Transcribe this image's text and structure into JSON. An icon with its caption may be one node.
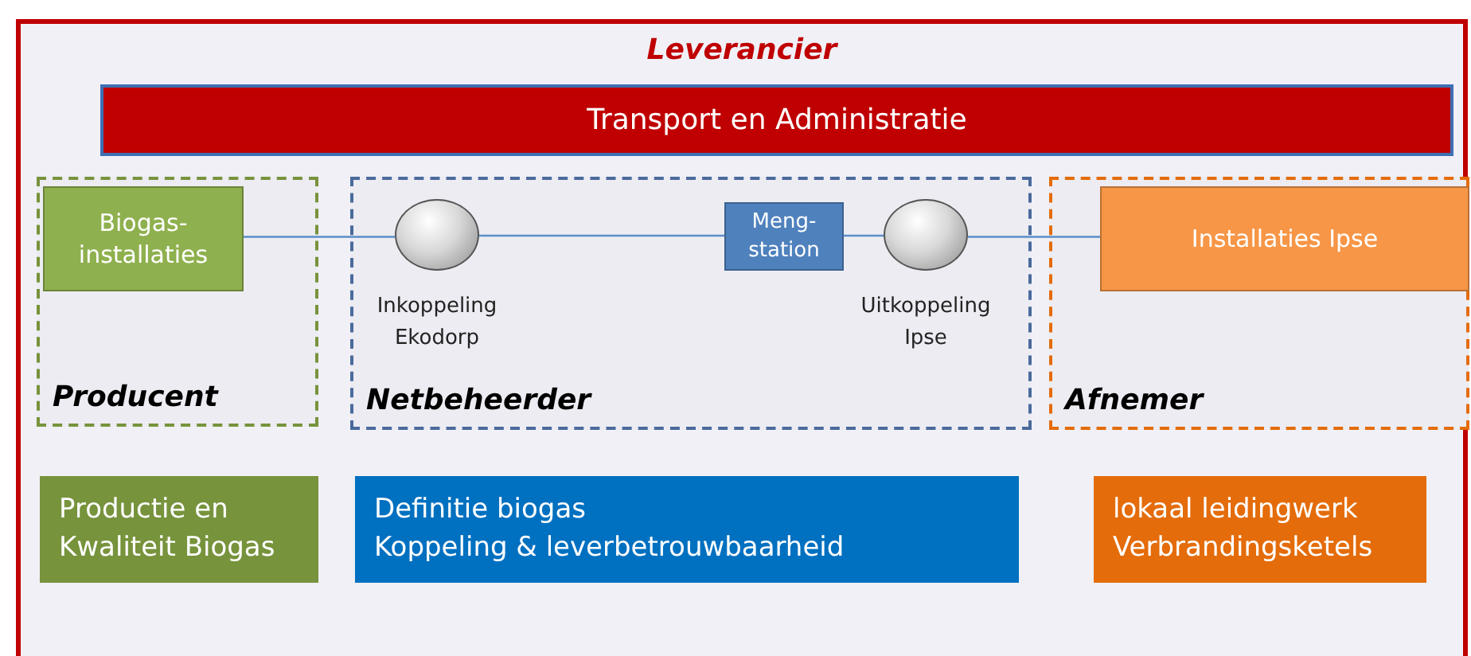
{
  "diagram": {
    "nodes": [
      {
        "text": [
          "Leverancier"
        ]
      },
      {
        "text": [
          "Transport en Administratie"
        ],
        "in": 0
      },
      {
        "text": [
          "Producent"
        ],
        "in": 0
      },
      {
        "text": [
          "Netbeheerder"
        ],
        "in": 0
      },
      {
        "text": [
          "Afnemer"
        ],
        "in": 0
      },
      {
        "text": [
          "Biogas-installaties"
        ],
        "in": 2
      },
      {
        "text": [],
        "shape": "circle",
        "in": 3,
        "beside": [
          "Inkoppeling Ekodorp"
        ]
      },
      {
        "text": [
          "Meng-station"
        ],
        "in": 3
      },
      {
        "text": [],
        "shape": "circle",
        "in": 3,
        "beside": [
          "Uitkoppeling Ipse"
        ]
      },
      {
        "text": [
          "Installaties Ipse"
        ],
        "in": 4
      },
      {
        "text": [
          "Productie en Kwaliteit Biogas"
        ],
        "in": 0
      },
      {
        "text": [
          "Definitie biogas",
          "Koppeling & leverbetrouwbaarheid"
        ],
        "in": 0
      },
      {
        "text": [
          "lokaal leidingwerk",
          "Verbrandingsketels"
        ],
        "in": 0
      }
    ],
    "edges": [
      {
        "from": 5,
        "to": 6,
        "arrow": "none"
      },
      {
        "from": 6,
        "to": 7,
        "arrow": "none"
      },
      {
        "from": 7,
        "to": 8,
        "arrow": "none"
      },
      {
        "from": 8,
        "to": 9,
        "arrow": "none"
      }
    ]
  }
}
